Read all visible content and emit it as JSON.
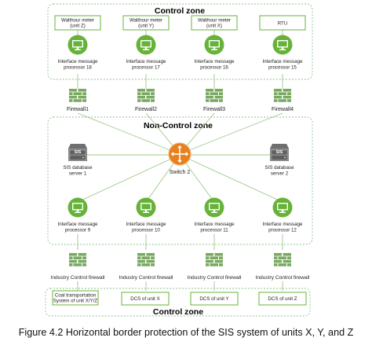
{
  "top_zone": {
    "title": "Control zone",
    "meters": [
      {
        "line1": "Walthour meter",
        "line2": "(unit Z)"
      },
      {
        "line1": "Walthour meter",
        "line2": "(unit Y)"
      },
      {
        "line1": "Walthour meter",
        "line2": "(unit X)"
      },
      {
        "line1": "RTU",
        "line2": ""
      }
    ],
    "processors": [
      {
        "line1": "Interface message",
        "line2": "processor 18"
      },
      {
        "line1": "Interface message",
        "line2": "processor 17"
      },
      {
        "line1": "Interface message",
        "line2": "processor 16"
      },
      {
        "line1": "Interface message",
        "line2": "processor 15"
      }
    ]
  },
  "firewalls": [
    "Firewall1",
    "Firewall2",
    "Firewall3",
    "Firewall4"
  ],
  "middle_zone": {
    "title": "Non-Control zone",
    "switch_label": "Switch 2",
    "db_servers": [
      {
        "line1": "SIS database",
        "line2": "server 1",
        "badge": "SIS"
      },
      {
        "line1": "SIS database",
        "line2": "server 2",
        "badge": "SIS"
      }
    ],
    "processors": [
      {
        "line1": "Interface message",
        "line2": "processor 9"
      },
      {
        "line1": "Interface message",
        "line2": "processor 10"
      },
      {
        "line1": "Interface message",
        "line2": "processor 11"
      },
      {
        "line1": "Interface message",
        "line2": "processor 12"
      }
    ]
  },
  "industry_firewalls": [
    "Industry Control firewall",
    "Industry Control firewall",
    "Industry Control firewall",
    "Industry Control firewall"
  ],
  "bottom_zone": {
    "title": "Control zone",
    "boxes": [
      {
        "line1": "Coal transportation",
        "line2": "System of unit X/Y/Z"
      },
      {
        "line1": "DCS of unit X",
        "line2": ""
      },
      {
        "line1": "DCS of unit Y",
        "line2": ""
      },
      {
        "line1": "DCS of unit Z",
        "line2": ""
      }
    ]
  },
  "caption": "Figure 4.2 Horizontal border protection of the SIS system of units X, Y, and Z",
  "colors": {
    "zone_border": "#8fbf8f",
    "processor_green": "#67b33a",
    "firewall_brick": "#7aaa62",
    "switch_orange": "#e8801f",
    "server_grey": "#8c8c8c",
    "line_green": "#9cc98a"
  },
  "icons": {
    "processor": "monitor-in-green-circle-icon",
    "firewall": "brick-wall-icon",
    "switch": "router-switch-icon",
    "server": "database-server-icon"
  }
}
